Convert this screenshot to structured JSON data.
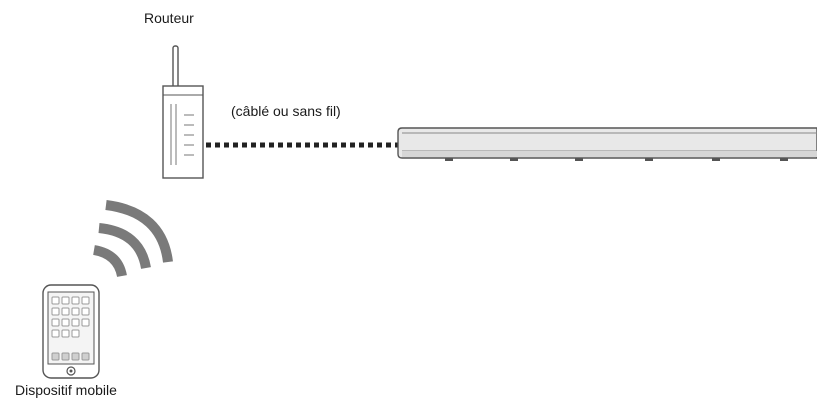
{
  "labels": {
    "router": "Routeur",
    "connection": "(câblé ou sans fil)",
    "mobile": "Dispositif mobile"
  },
  "icons": {
    "router": "router-icon",
    "soundbar": "soundbar-icon",
    "wireless": "wireless-signal-icon",
    "mobile": "mobile-device-icon"
  },
  "colors": {
    "outline": "#555555",
    "signal": "#7a7a7a",
    "bar_fill": "#e6e6e6",
    "cable": "#222222"
  }
}
